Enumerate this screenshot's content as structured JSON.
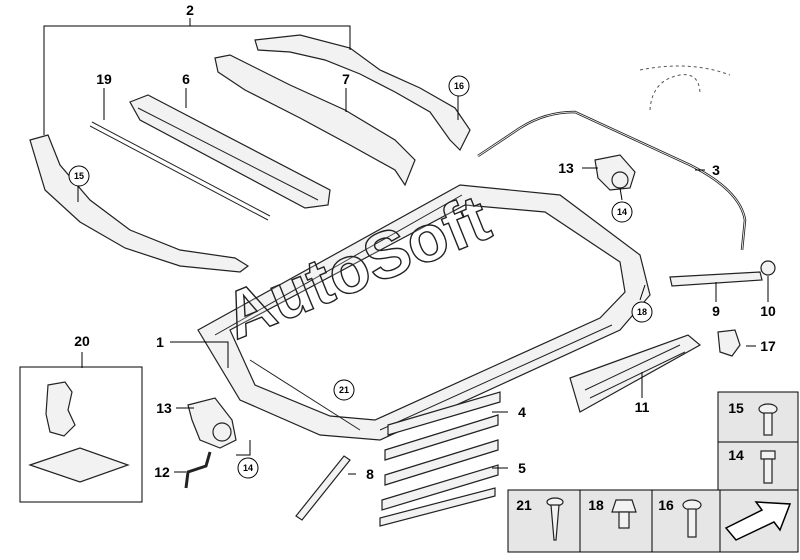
{
  "watermark": "AutoSoft",
  "callouts": {
    "c1": "1",
    "c2": "2",
    "c3": "3",
    "c4": "4",
    "c5": "5",
    "c6": "6",
    "c7": "7",
    "c8": "8",
    "c9": "9",
    "c10": "10",
    "c11": "11",
    "c12": "12",
    "c13a": "13",
    "c13b": "13",
    "c14a": "14",
    "c14b": "14",
    "c15": "15",
    "c16": "16",
    "c17": "17",
    "c18": "18",
    "c19": "19",
    "c20": "20",
    "c21": "21"
  },
  "screw_boxes": {
    "s15": "15",
    "s14": "14",
    "s21": "21",
    "s18": "18",
    "s16": "16"
  },
  "icons": {
    "next_page": "arrow-icon"
  }
}
